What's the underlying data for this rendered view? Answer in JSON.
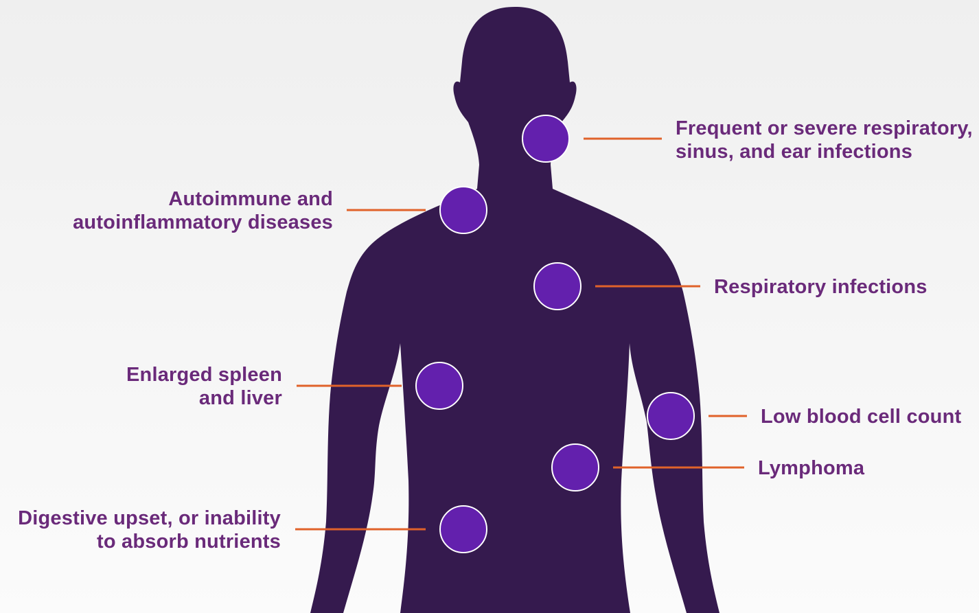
{
  "colors": {
    "body_silhouette": "#351a4e",
    "marker_fill": "#6320ad",
    "marker_stroke": "#ffffff",
    "connector_line": "#e0622a",
    "label_text": "#6a2a7a",
    "background": "#f3f3f3"
  },
  "callouts": [
    {
      "id": "respiratory-sinus-ear",
      "lines": [
        "Frequent or severe respiratory,",
        "sinus, and ear infections"
      ],
      "side": "right"
    },
    {
      "id": "autoimmune",
      "lines": [
        "Autoimmune and",
        "autoinflammatory diseases"
      ],
      "side": "left"
    },
    {
      "id": "respiratory",
      "lines": [
        "Respiratory infections"
      ],
      "side": "right"
    },
    {
      "id": "spleen-liver",
      "lines": [
        "Enlarged spleen",
        "and liver"
      ],
      "side": "left"
    },
    {
      "id": "blood-cell",
      "lines": [
        "Low blood cell count"
      ],
      "side": "right"
    },
    {
      "id": "lymphoma",
      "lines": [
        "Lymphoma"
      ],
      "side": "right"
    },
    {
      "id": "digestive",
      "lines": [
        "Digestive upset, or inability",
        "to absorb nutrients"
      ],
      "side": "left"
    }
  ]
}
